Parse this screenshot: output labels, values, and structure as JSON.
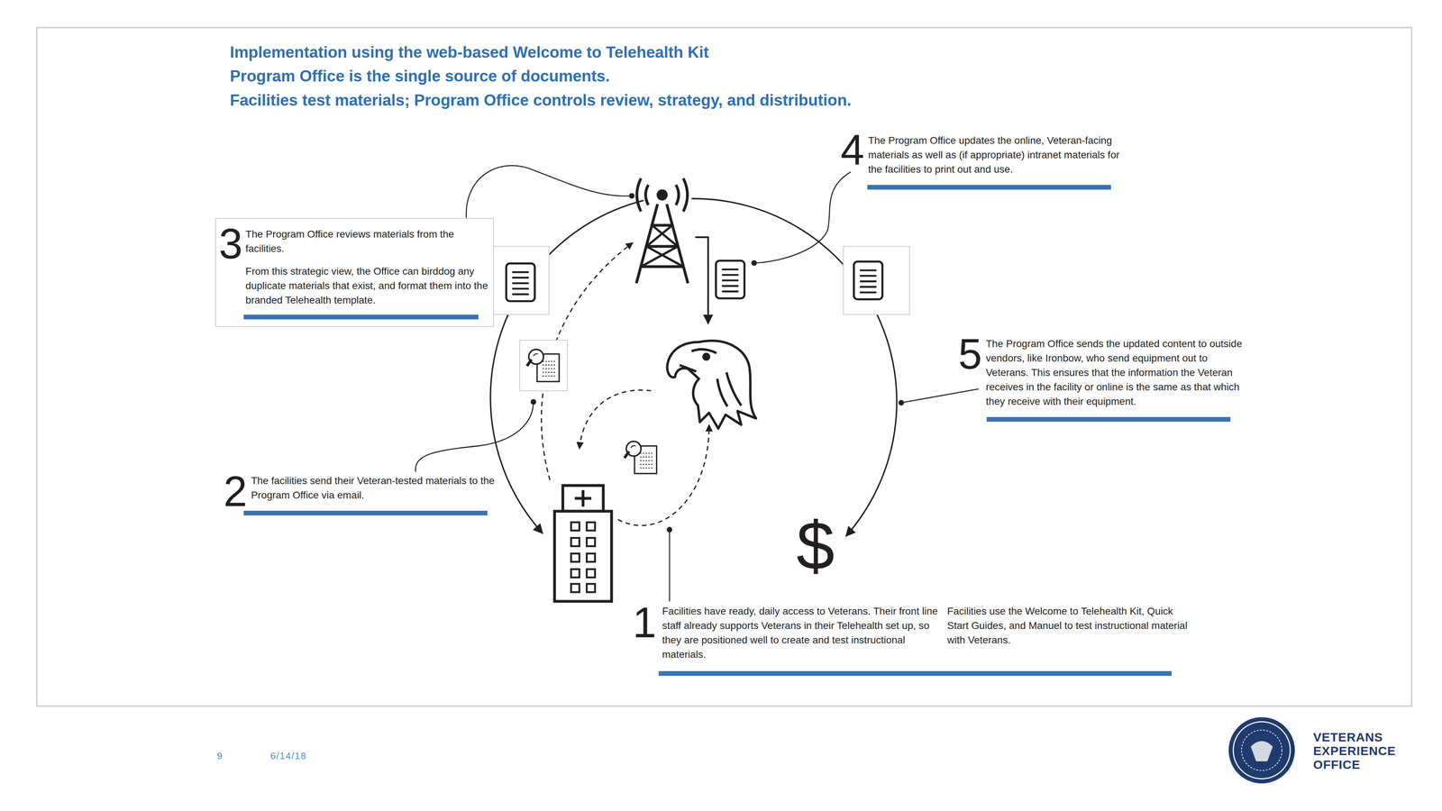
{
  "diagram": {
    "title": "Implementation using the web-based Welcome to Telehealth Kit",
    "nodes": [
      {
        "text": [
          "1",
          "Facilities have ready, daily access to Veterans. Their front line staff already supports Veterans in their Telehealth set up, so they are positioned well to create and test instructional materials.",
          "Facilities use the Welcome to Telehealth Kit, Quick Start Guides, and Manuel to test instructional material with Veterans."
        ]
      },
      {
        "text": [
          "2",
          "The facilities send their Veteran-tested materials to the Program Office via email."
        ]
      },
      {
        "text": [
          "3",
          "The Program Office reviews materials from the facilities.",
          "From this strategic view, the Office can birddog any duplicate materials that exist, and format them into the branded Telehealth template."
        ]
      },
      {
        "text": [
          "4",
          "The Program Office updates the online, Veteran-facing materials as well as (if appropriate) intranet materials for the facilities to print out and use."
        ]
      },
      {
        "text": [
          "5",
          "The Program Office sends the updated content to outside vendors, like Ironbow, who send equipment out to Veterans. This ensures that the information the Veteran receives in the facility or online is the same as that which they receive with their equipment."
        ]
      }
    ],
    "labels": [
      "Program Office is the single source of documents.",
      "Facilities test materials; Program Office controls review, strategy, and distribution.",
      "$",
      "9",
      "6/14/18",
      "VETERANS EXPERIENCE OFFICE"
    ]
  }
}
